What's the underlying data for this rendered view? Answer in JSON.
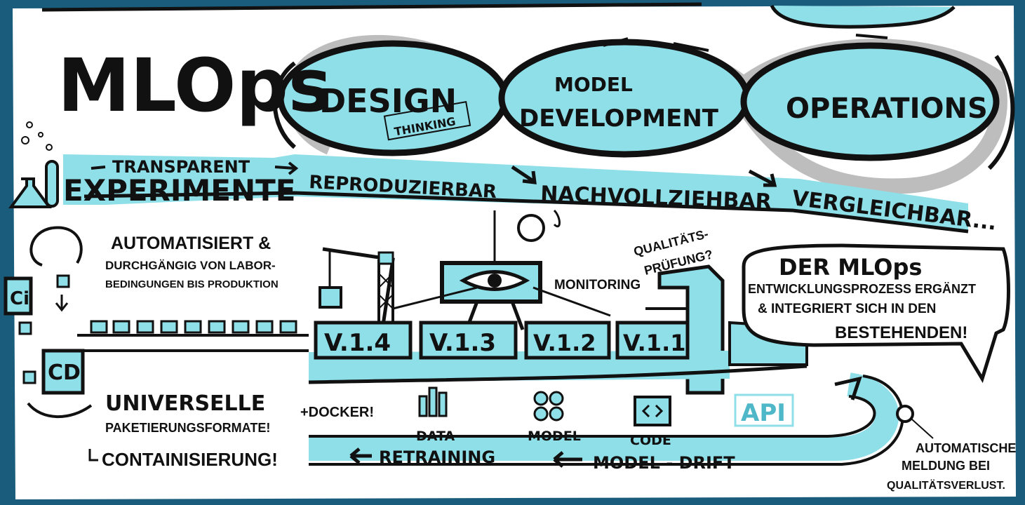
{
  "title": "MLOps",
  "loop": {
    "design": "DESIGN",
    "thinking": "THINKING",
    "model_development_line1": "MODEL",
    "model_development_line2": "DEVELOPMENT",
    "operations": "OPERATIONS"
  },
  "experiments": {
    "transparent": "TRANSPARENT",
    "experimente": "EXPERIMENTE",
    "reproduzierbar": "REPRODUZIERBAR",
    "nachvollziehbar": "NACHVOLLZIEHBAR",
    "vergleichbar": "VERGLEICHBAR..."
  },
  "ci_cd": {
    "ci": "Ci",
    "cd": "CD",
    "automation_line1": "AUTOMATISIERT &",
    "automation_line2": "DURCHGÄNGIG VON LABOR-",
    "automation_line3": "BEDINGUNGEN BIS PRODUKTION"
  },
  "monitoring": "MONITORING",
  "quality_check_line1": "QUALITÄTS-",
  "quality_check_line2": "PRÜFUNG?",
  "versions": [
    "V.1.4",
    "V.1.3",
    "V.1.2",
    "V.1.1"
  ],
  "callout": {
    "line1": "DER MLOps",
    "line2": "ENTWICKLUNGSPROZESS ERGÄNZT",
    "line3": "& INTEGRIERT SICH IN DEN",
    "line4": "BESTEHENDEN!"
  },
  "packaging": {
    "line1": "UNIVERSELLE",
    "line2": "PAKETIERUNGSFORMATE!",
    "docker": "+DOCKER!",
    "line3": "CONTAINISIERUNG!"
  },
  "artifacts": {
    "data": "DATA",
    "model": "MODEL",
    "code": "CODE",
    "api": "API"
  },
  "bottom_flow": {
    "retraining": "RETRAINING",
    "model_drift": "MODEL - DRIFT"
  },
  "alert_note": {
    "line1": "AUTOMATISCHE",
    "line2": "MELDUNG BEI",
    "line3": "QUALITÄTSVERLUST."
  },
  "colors": {
    "accent": "#8fdfe9",
    "frame": "#1a5c7c",
    "ink": "#111111",
    "shadow": "#b9b9b9"
  }
}
